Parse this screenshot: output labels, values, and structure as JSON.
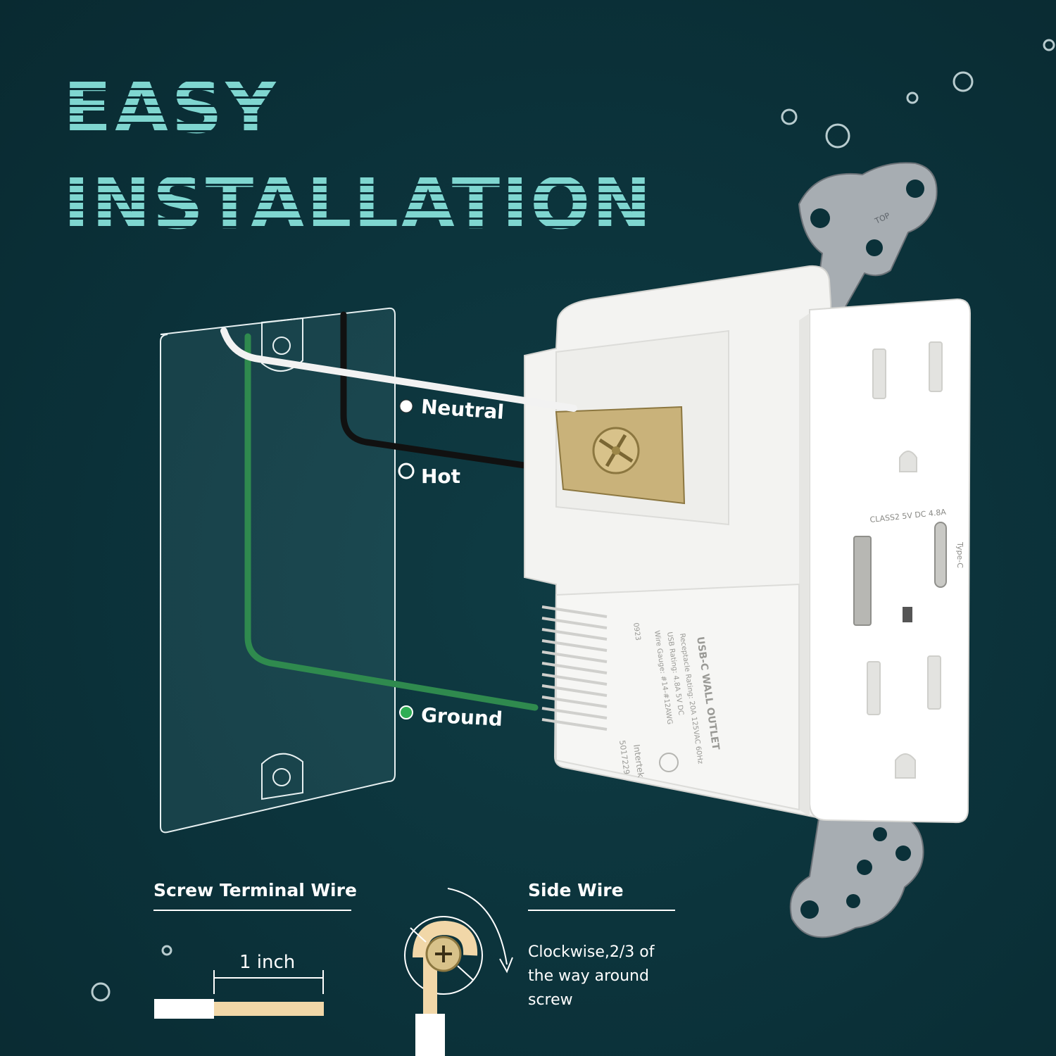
{
  "headline": {
    "line1": "EASY",
    "line2": "INSTALLATION"
  },
  "wire_labels": {
    "neutral": "Neutral",
    "hot": "Hot",
    "ground": "Ground"
  },
  "outlet_text": {
    "top_mark": "TOP",
    "usb_rating": "CLASS2 5V DC 4.8A",
    "type_c": "Type-C",
    "side_title": "USB-C WALL OUTLET",
    "side_specs": [
      "Receptacle Rating: 20A 125VAC 60Hz",
      "USB Rating: 4.8A 5V DC",
      "Wire Gauge: #14-#12AWG",
      "0923"
    ],
    "cert_lab": "Intertek",
    "cert_number": "5017229"
  },
  "screw_terminal": {
    "title": "Screw Terminal Wire",
    "strip_length": "1 inch"
  },
  "side_wire": {
    "title": "Side Wire",
    "instruction": "Clockwise,2/3 of\nthe way around\nscrew"
  },
  "colors": {
    "background": "#0b3139",
    "headline": "#7fd6d0",
    "neutral_wire": "#f2f2f2",
    "hot_wire": "#111111",
    "ground_wire": "#2f8a4e",
    "brass": "#c9b27a",
    "copper_strip": "#f1d7a8"
  }
}
